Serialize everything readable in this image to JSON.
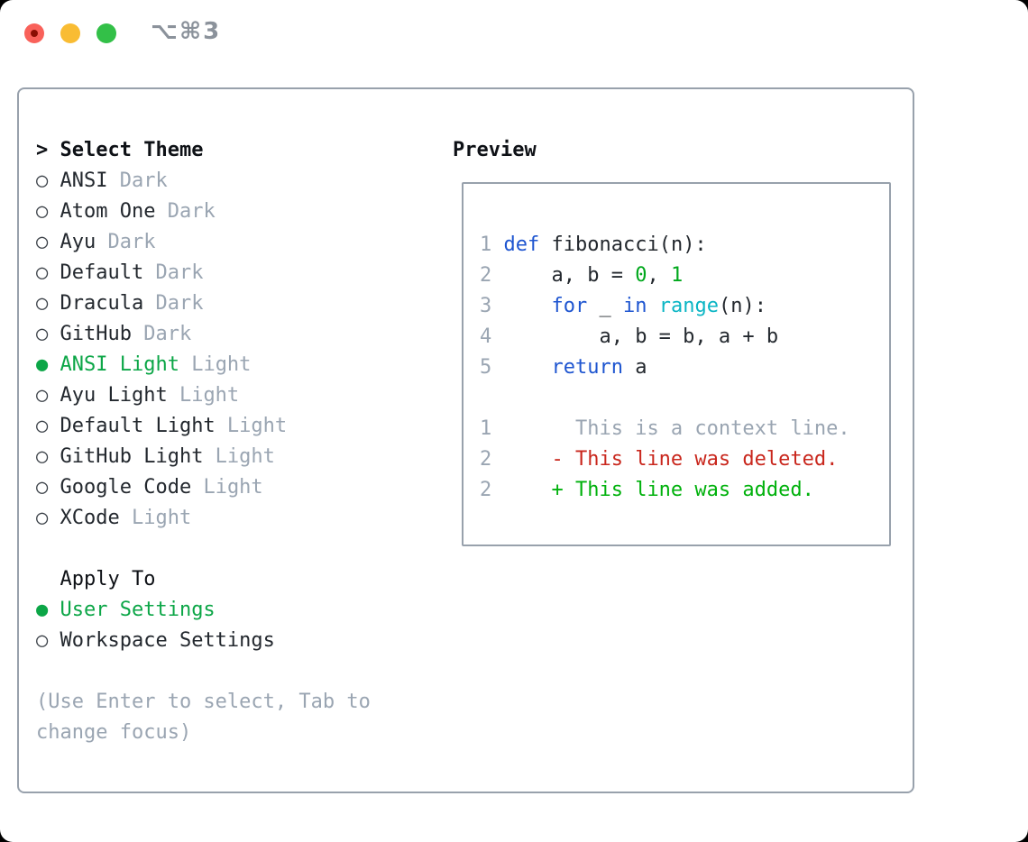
{
  "window": {
    "shortcut": "⌥⌘3"
  },
  "theme_picker": {
    "header": {
      "marker": ">",
      "label": "Select Theme"
    },
    "items": [
      {
        "name": "ANSI",
        "badge": "Dark",
        "selected": false
      },
      {
        "name": "Atom One",
        "badge": "Dark",
        "selected": false
      },
      {
        "name": "Ayu",
        "badge": "Dark",
        "selected": false
      },
      {
        "name": "Default",
        "badge": "Dark",
        "selected": false
      },
      {
        "name": "Dracula",
        "badge": "Dark",
        "selected": false
      },
      {
        "name": "GitHub",
        "badge": "Dark",
        "selected": false
      },
      {
        "name": "ANSI Light",
        "badge": "Light",
        "selected": true
      },
      {
        "name": "Ayu Light",
        "badge": "Light",
        "selected": false
      },
      {
        "name": "Default Light",
        "badge": "Light",
        "selected": false
      },
      {
        "name": "GitHub Light",
        "badge": "Light",
        "selected": false
      },
      {
        "name": "Google Code",
        "badge": "Light",
        "selected": false
      },
      {
        "name": "XCode",
        "badge": "Light",
        "selected": false
      }
    ]
  },
  "apply_to": {
    "label": "Apply To",
    "options": [
      {
        "name": "User Settings",
        "selected": true
      },
      {
        "name": "Workspace Settings",
        "selected": false
      }
    ]
  },
  "help_text": "(Use Enter to select, Tab to change focus)",
  "preview": {
    "label": "Preview",
    "lines": [
      {
        "num": "1",
        "segments": [
          {
            "text": "def",
            "color": "keyword"
          },
          {
            "text": " fibonacci(n):",
            "color": "default"
          }
        ]
      },
      {
        "num": "2",
        "segments": [
          {
            "text": "    a, b = ",
            "color": "default"
          },
          {
            "text": "0",
            "color": "number"
          },
          {
            "text": ", ",
            "color": "default"
          },
          {
            "text": "1",
            "color": "number"
          }
        ]
      },
      {
        "num": "3",
        "segments": [
          {
            "text": "    ",
            "color": "default"
          },
          {
            "text": "for",
            "color": "keyword"
          },
          {
            "text": " _ ",
            "color": "default"
          },
          {
            "text": "in",
            "color": "keyword"
          },
          {
            "text": " ",
            "color": "default"
          },
          {
            "text": "range",
            "color": "builtin"
          },
          {
            "text": "(n):",
            "color": "default"
          }
        ]
      },
      {
        "num": "4",
        "segments": [
          {
            "text": "        a, b = b, a + b",
            "color": "default"
          }
        ]
      },
      {
        "num": "5",
        "segments": [
          {
            "text": "    ",
            "color": "default"
          },
          {
            "text": "return",
            "color": "keyword"
          },
          {
            "text": " a",
            "color": "default"
          }
        ]
      },
      {
        "num": "",
        "segments": []
      },
      {
        "num": "1",
        "segments": [
          {
            "text": "      This is a context line.",
            "color": "context"
          }
        ]
      },
      {
        "num": "2",
        "segments": [
          {
            "text": "    - This line was deleted.",
            "color": "deleted"
          }
        ]
      },
      {
        "num": "2",
        "segments": [
          {
            "text": "    + This line was added.",
            "color": "added"
          }
        ]
      }
    ]
  },
  "colors": {
    "keyword": "#1e55d0",
    "builtin": "#0ab5c4",
    "number": "#00a81c",
    "added": "#00b10c",
    "deleted": "#c9271d",
    "muted": "#9aa5b2",
    "selection": "#0ca647",
    "text": "#23282e",
    "heading": "#0e1116",
    "border": "#98a1ac",
    "traffic_red": "#f9615a",
    "traffic_red_dot": "#8a0e03",
    "traffic_yellow": "#f9bc33",
    "traffic_green": "#33c048",
    "titlebar_text": "#8b929b"
  }
}
